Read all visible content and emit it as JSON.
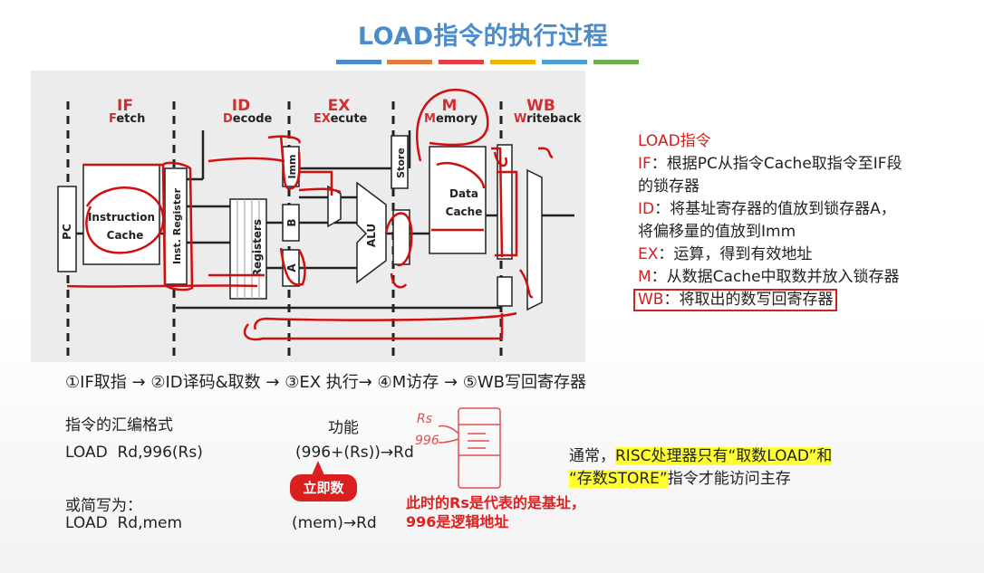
{
  "title": "LOAD指令的执行过程",
  "accent_bars": [
    "#4a8ccc",
    "#e07b39",
    "#e04040",
    "#f0b400",
    "#4aa0d0",
    "#6ab04c"
  ],
  "diagram": {
    "stages": [
      {
        "name": "IF",
        "full_hl": "F",
        "full_rest": "etch"
      },
      {
        "name": "ID",
        "full_hl": "D",
        "full_rest": "ecode"
      },
      {
        "name": "EX",
        "full_hl": "EX",
        "full_rest": "ecute"
      },
      {
        "name": "M",
        "full_hl": "M",
        "full_rest": "emory"
      },
      {
        "name": "WB",
        "full_hl": "W",
        "full_rest": "riteback"
      }
    ],
    "blocks": {
      "pc": "PC",
      "icache_1": "Instruction",
      "icache_2": "Cache",
      "ireg": "Inst. Register",
      "registers": "Registers",
      "imm": "Imm",
      "b": "B",
      "a": "A",
      "alu": "ALU",
      "store": "Store",
      "dcache_1": "Data",
      "dcache_2": "Cache"
    }
  },
  "right_panel": {
    "heading": "LOAD指令",
    "if_label": "IF",
    "if_text": "：根据PC从指令Cache取指令至IF段",
    "if_text2": "的锁存器",
    "id_label": "ID",
    "id_text": "：将基址寄存器的值放到锁存器A，",
    "id_text2": "将偏移量的值放到Imm",
    "ex_label": "EX",
    "ex_text": "：运算，得到有效地址",
    "m_label": "M",
    "m_text": "：从数据Cache中取数并放入锁存器",
    "wb_label": "WB",
    "wb_text": "：将取出的数写回寄存器"
  },
  "steps": "①IF取指 → ②ID译码&取数 → ③EX 执行→ ④M访存 → ⑤WB写回寄存器",
  "asm": {
    "format_label": "指令的汇编格式",
    "function_label": "功能",
    "line1_instr": "LOAD  Rd,996(Rs)",
    "line1_func": "(996+(Rs))→Rd",
    "short_label": "或简写为：",
    "line2_instr": "LOAD  Rd,mem",
    "line2_func": "(mem)→Rd"
  },
  "badge": "立即数",
  "note_line1": "此时的Rs是代表的是基址，",
  "note_line2": "996是逻辑地址",
  "sketch": {
    "rs": "Rs",
    "num": "996"
  },
  "risc": {
    "pre": "通常，",
    "hl1": "RISC处理器只有“取数LOAD”和",
    "hl2": "“存数STORE”",
    "post": "指令才能访问主存"
  }
}
